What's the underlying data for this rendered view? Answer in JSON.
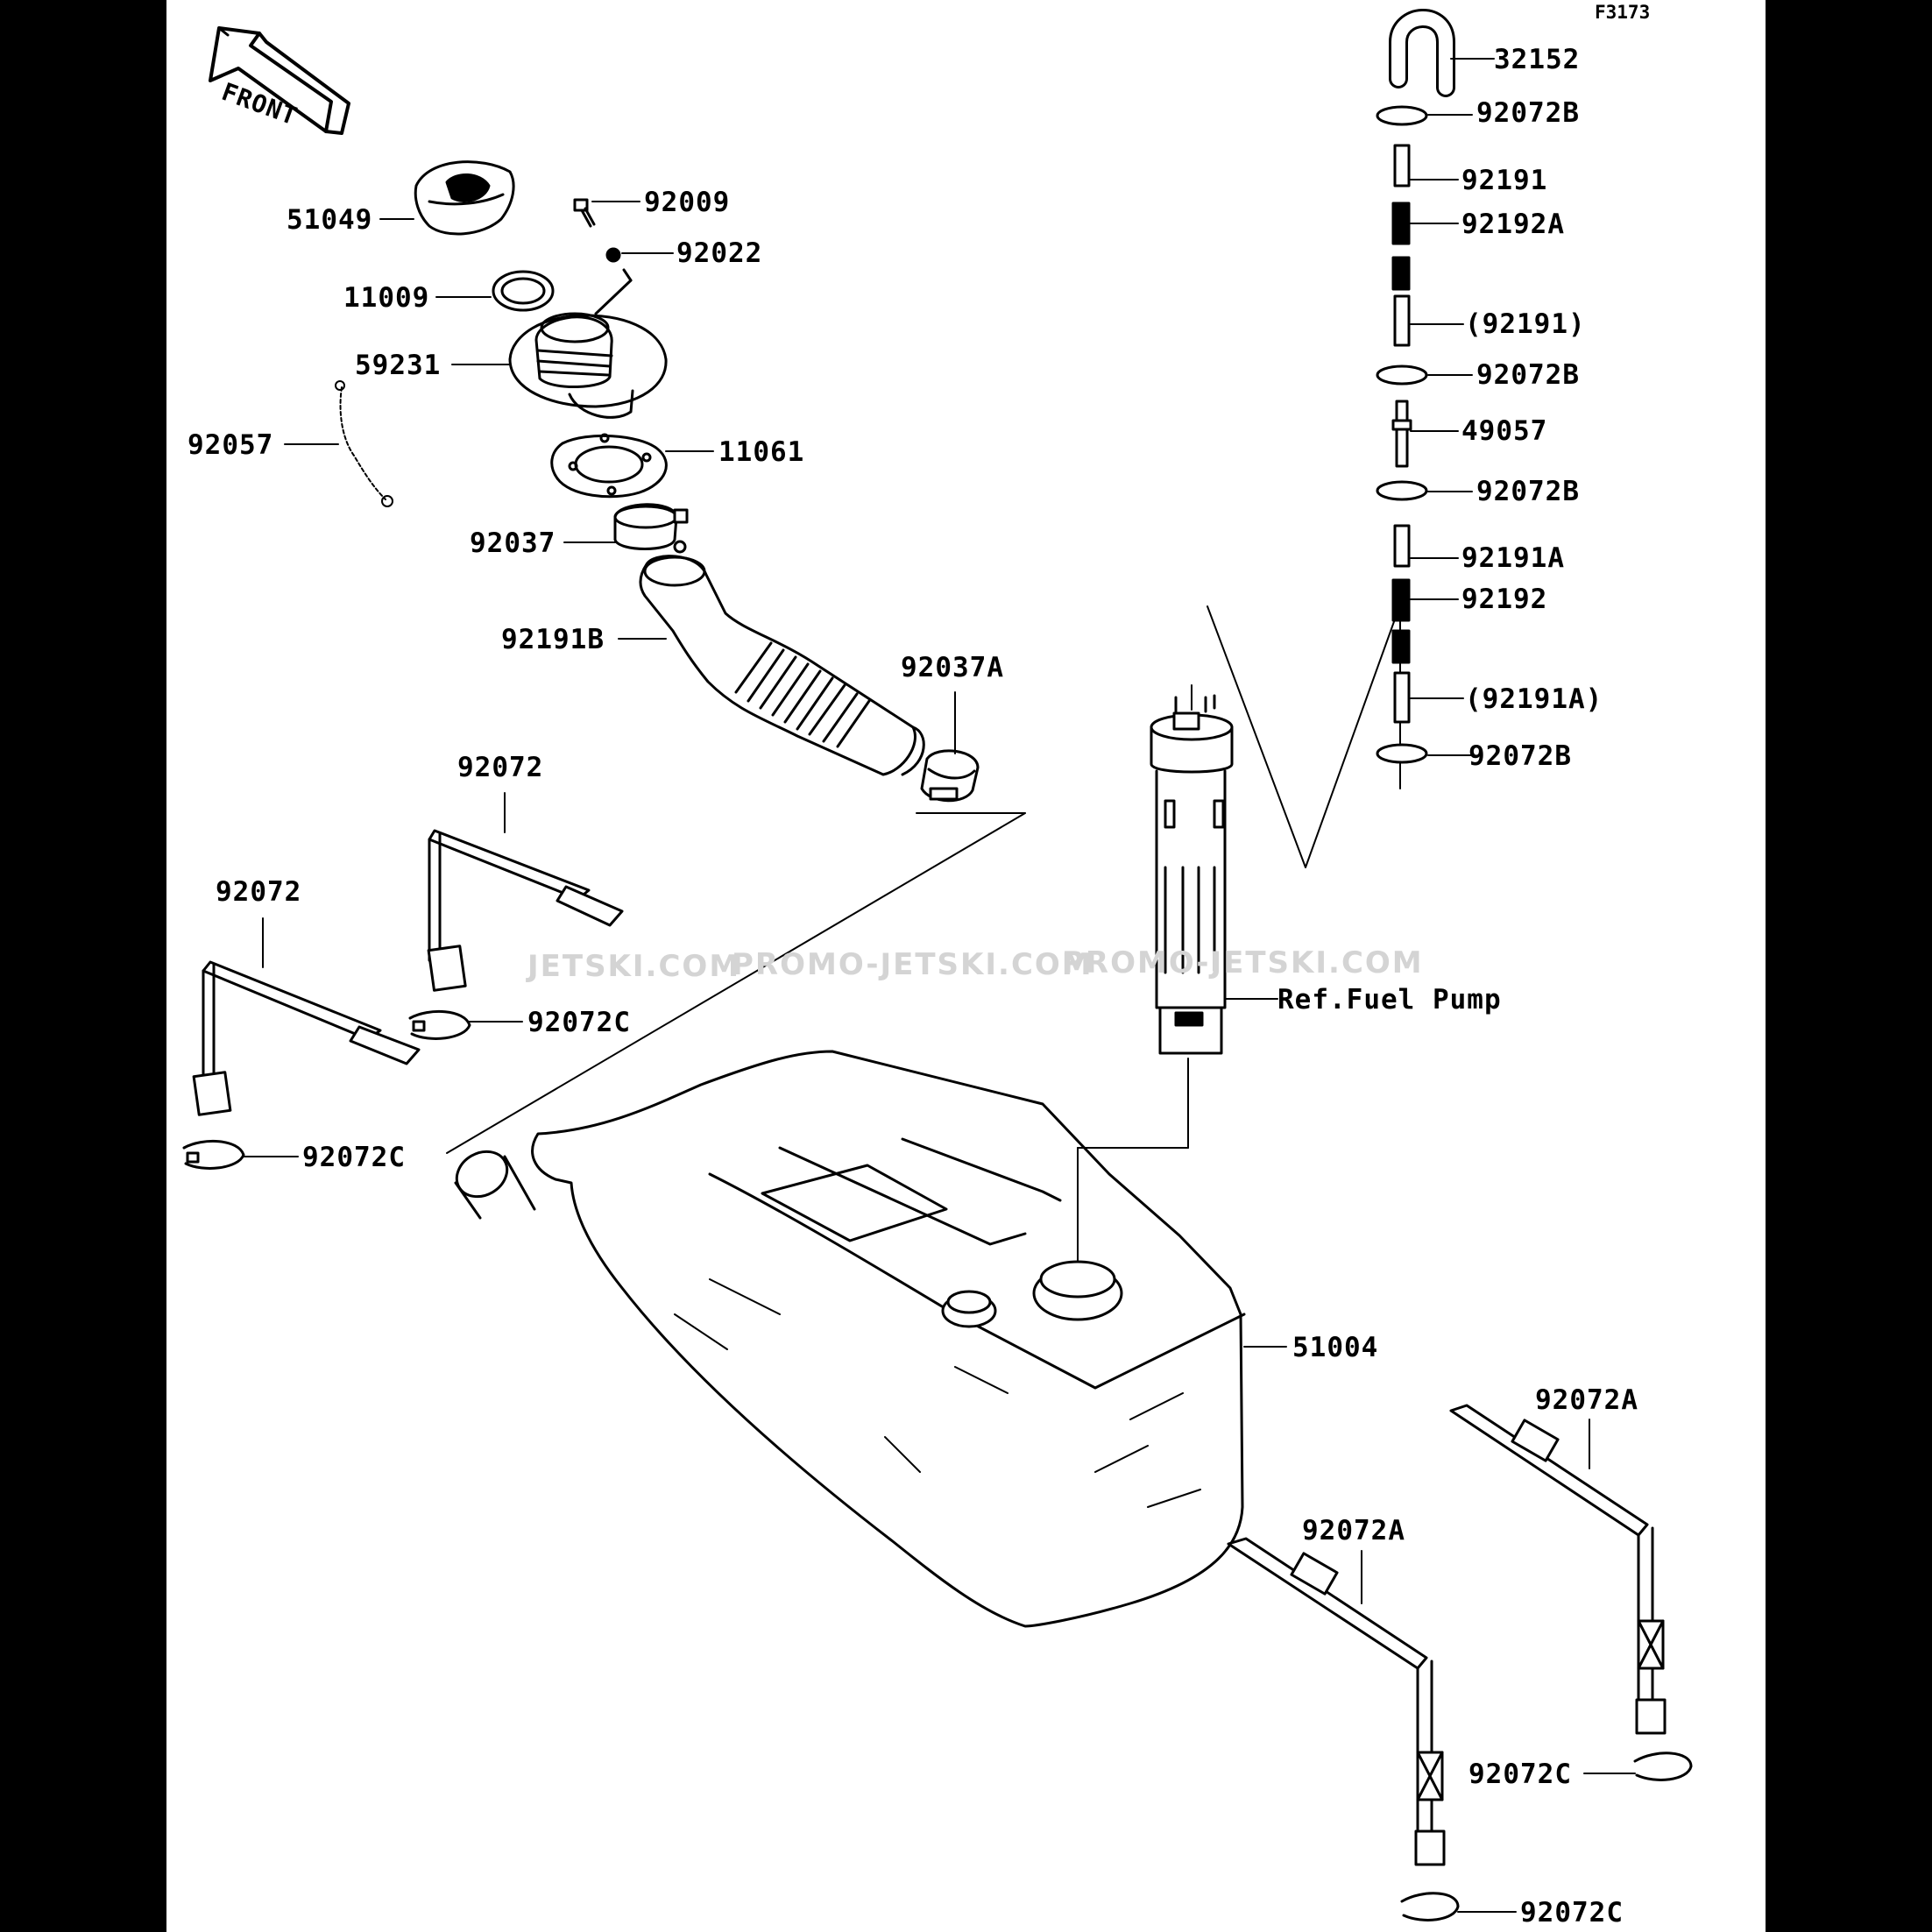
{
  "figure_id": "F3173",
  "front_label": "FRONT",
  "reference_label": "Ref.Fuel Pump",
  "watermark": [
    "JETSKI.COM",
    "PROMO-JETSKI.COM",
    "PROMO-JETSKI.COM"
  ],
  "parts": [
    "32152",
    "92072B",
    "92191",
    "92192A",
    "(92191)",
    "92072B",
    "49057",
    "92072B",
    "92191A",
    "92192",
    "(92191A)",
    "92072B",
    "51049",
    "92009",
    "92022",
    "11009",
    "59231",
    "92057",
    "11061",
    "92037",
    "92191B",
    "92037A",
    "92072",
    "92072",
    "92072C",
    "92072C",
    "51004",
    "92072A",
    "92072A",
    "92072C",
    "92072C"
  ],
  "colors": {
    "background": "#000000",
    "sheet": "#ffffff",
    "ink": "#000000",
    "watermark": "#d4d4d4"
  }
}
